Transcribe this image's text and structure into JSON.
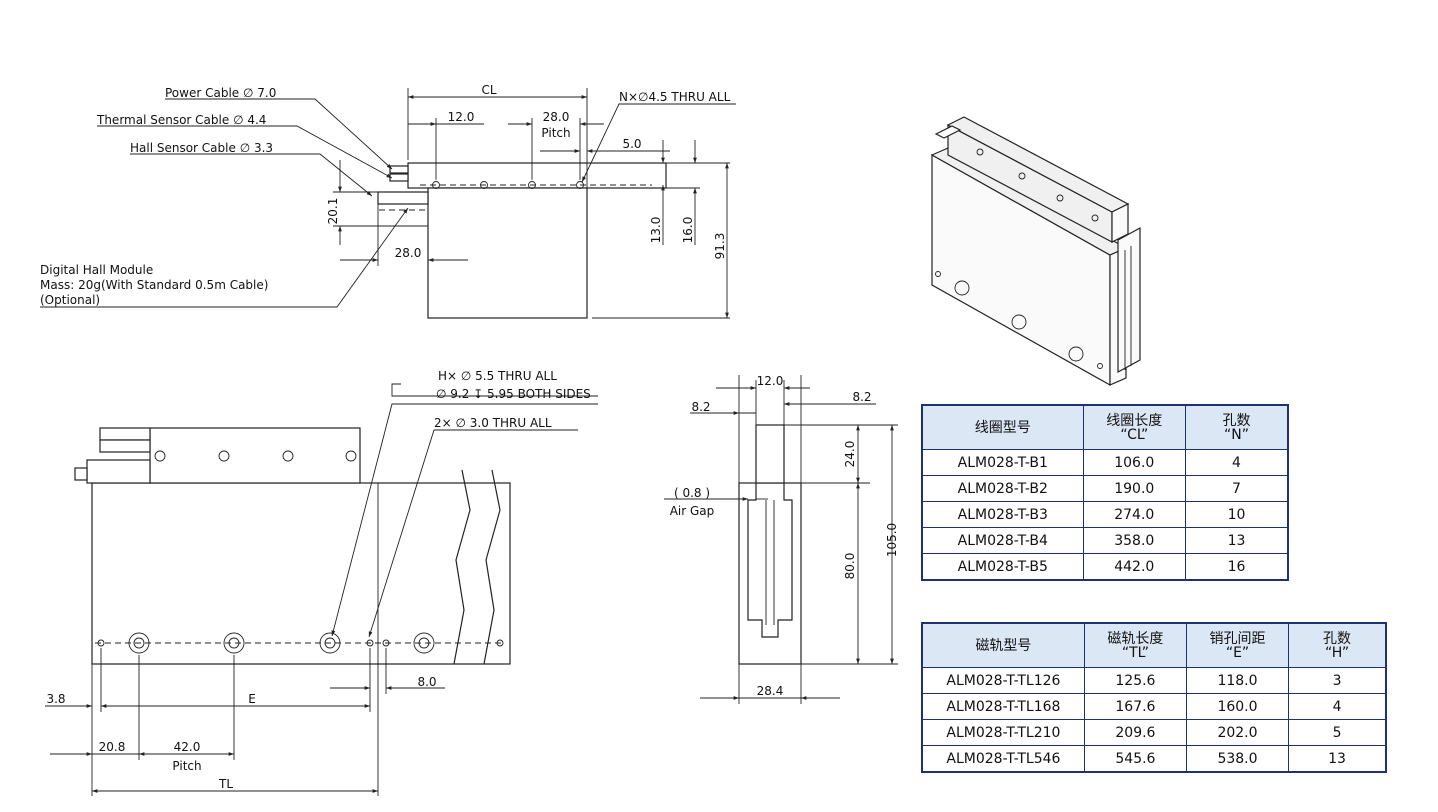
{
  "top_view": {
    "power_cable": "Power Cable",
    "power_cable_dia": "7.0",
    "thermal_cable": "Thermal Sensor Cable",
    "thermal_cable_dia": "4.4",
    "hall_cable": "Hall Sensor Cable",
    "hall_cable_dia": "3.3",
    "cl": "CL",
    "d12": "12.0",
    "d28": "28.0",
    "pitch": "Pitch",
    "holes": "N×∅4.5 THRU ALL",
    "d5": "5.0",
    "d20_1": "20.1",
    "d13": "13.0",
    "d16": "16.0",
    "d91_3": "91.3",
    "d28b": "28.0",
    "hall_module": [
      "Digital Hall Module",
      "Mass: 20g(With Standard 0.5m Cable)",
      "(Optional)"
    ]
  },
  "side_view": {
    "h_holes": "H× ∅ 5.5 THRU ALL",
    "cbore": "∅ 9.2 ↧ 5.95 BOTH SIDES",
    "small_holes": "2× ∅ 3.0 THRU ALL",
    "d3_8": "3.8",
    "e": "E",
    "d8": "8.0",
    "d20_8": "20.8",
    "d42": "42.0",
    "pitch": "Pitch",
    "tl": "TL"
  },
  "end_view": {
    "d12": "12.0",
    "d8_2a": "8.2",
    "d8_2b": "8.2",
    "d24": "24.0",
    "air_gap_val": "0.8",
    "air_gap": "Air Gap",
    "d80": "80.0",
    "d105": "105.0",
    "d28_4": "28.4"
  },
  "coil_table": {
    "headers": [
      [
        "线圈型号"
      ],
      [
        "线圈长度",
        "“CL”"
      ],
      [
        "孔数",
        "“N”"
      ]
    ],
    "rows": [
      [
        "ALM028-T-B1",
        "106.0",
        "4"
      ],
      [
        "ALM028-T-B2",
        "190.0",
        "7"
      ],
      [
        "ALM028-T-B3",
        "274.0",
        "10"
      ],
      [
        "ALM028-T-B4",
        "358.0",
        "13"
      ],
      [
        "ALM028-T-B5",
        "442.0",
        "16"
      ]
    ]
  },
  "rail_table": {
    "headers": [
      [
        "磁轨型号"
      ],
      [
        "磁轨长度",
        "“TL”"
      ],
      [
        "销孔间距",
        "“E”"
      ],
      [
        "孔数",
        "“H”"
      ]
    ],
    "rows": [
      [
        "ALM028-T-TL126",
        "125.6",
        "118.0",
        "3"
      ],
      [
        "ALM028-T-TL168",
        "167.6",
        "160.0",
        "4"
      ],
      [
        "ALM028-T-TL210",
        "209.6",
        "202.0",
        "5"
      ],
      [
        "ALM028-T-TL546",
        "545.6",
        "538.0",
        "13"
      ]
    ]
  }
}
